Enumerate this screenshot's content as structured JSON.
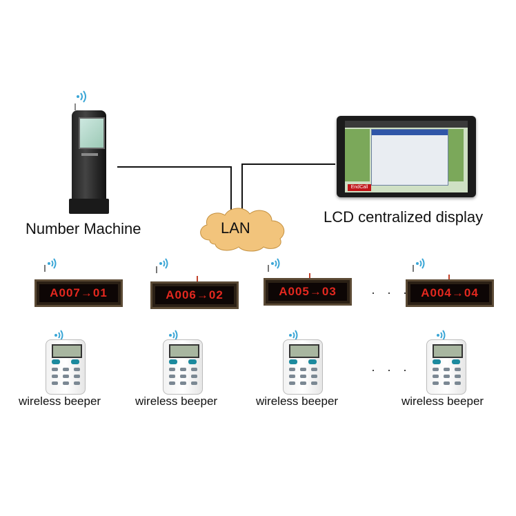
{
  "labels": {
    "number_machine": "Number Machine",
    "lan": "LAN",
    "lcd_display": "LCD centralized display",
    "beeper": "wireless beeper"
  },
  "lcd_screen": {
    "end_call": "EndCall"
  },
  "displays": [
    {
      "text": "A007→01"
    },
    {
      "text": "A006→02"
    },
    {
      "text": "A005→03"
    },
    {
      "text": "A004→04"
    }
  ],
  "beepers": [
    {
      "label": "wireless beeper"
    },
    {
      "label": "wireless beeper"
    },
    {
      "label": "wireless beeper"
    },
    {
      "label": "wireless beeper"
    }
  ],
  "ellipsis": "· · ·",
  "colors": {
    "display_text": "#e3281f",
    "wire": "#111111",
    "cloud": "#f2c47c"
  }
}
